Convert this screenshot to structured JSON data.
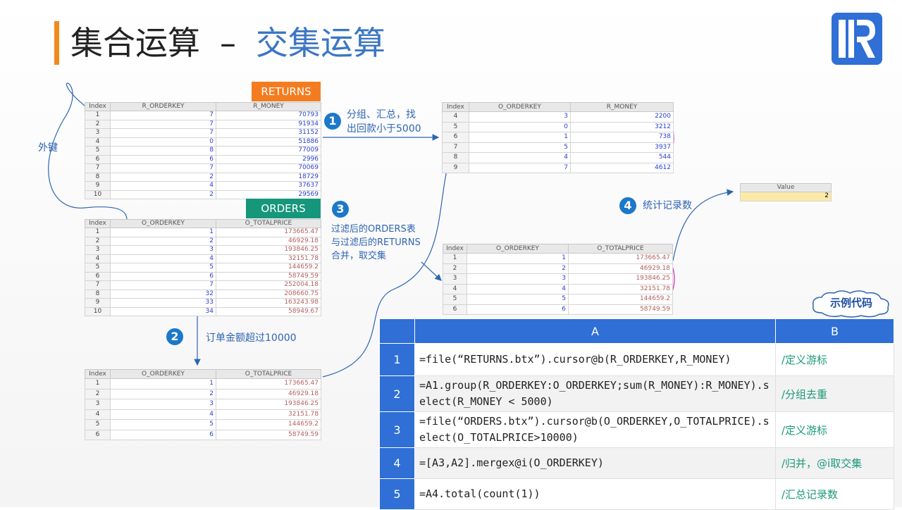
{
  "title": {
    "main": "集合运算",
    "dash": "–",
    "sub": "交集运算"
  },
  "returns_table": {
    "label": "RETURNS",
    "label_color": "#f47c20",
    "headers": [
      "Index",
      "R_ORDERKEY",
      "R_MONEY"
    ],
    "rows": [
      [
        "1",
        "7",
        "70793"
      ],
      [
        "2",
        "7",
        "91934"
      ],
      [
        "3",
        "7",
        "31152"
      ],
      [
        "4",
        "0",
        "51886"
      ],
      [
        "5",
        "8",
        "77009"
      ],
      [
        "6",
        "6",
        "2996"
      ],
      [
        "7",
        "7",
        "70069"
      ],
      [
        "8",
        "2",
        "18729"
      ],
      [
        "9",
        "4",
        "37637"
      ],
      [
        "10",
        "2",
        "29569"
      ]
    ]
  },
  "orders_table": {
    "label": "ORDERS",
    "label_color": "#16967a",
    "headers": [
      "Index",
      "O_ORDERKEY",
      "O_TOTALPRICE"
    ],
    "rows": [
      [
        "1",
        "1",
        "173665.47"
      ],
      [
        "2",
        "2",
        "46929.18"
      ],
      [
        "3",
        "3",
        "193846.25"
      ],
      [
        "4",
        "4",
        "32151.78"
      ],
      [
        "5",
        "5",
        "144659.2"
      ],
      [
        "6",
        "6",
        "58749.59"
      ],
      [
        "7",
        "7",
        "252004.18"
      ],
      [
        "8",
        "32",
        "208660.75"
      ],
      [
        "9",
        "33",
        "163243.98"
      ],
      [
        "10",
        "34",
        "58949.67"
      ]
    ]
  },
  "grouped_table": {
    "headers": [
      "Index",
      "O_ORDERKEY",
      "R_MONEY"
    ],
    "rows": [
      [
        "4",
        "3",
        "2200"
      ],
      [
        "5",
        "0",
        "3212"
      ],
      [
        "6",
        "1",
        "738"
      ],
      [
        "7",
        "5",
        "3937"
      ],
      [
        "8",
        "4",
        "544"
      ],
      [
        "9",
        "7",
        "4612"
      ]
    ]
  },
  "filtered_table": {
    "headers": [
      "Index",
      "O_ORDERKEY",
      "O_TOTALPRICE"
    ],
    "rows": [
      [
        "1",
        "1",
        "173665.47"
      ],
      [
        "2",
        "2",
        "46929.18"
      ],
      [
        "3",
        "3",
        "193846.25"
      ],
      [
        "4",
        "4",
        "32151.78"
      ],
      [
        "5",
        "5",
        "144659.2"
      ],
      [
        "6",
        "6",
        "58749.59"
      ]
    ]
  },
  "intersect_table": {
    "headers": [
      "Index",
      "O_ORDERKEY",
      "O_TOTALPRICE"
    ],
    "rows": [
      [
        "1",
        "1",
        "173665.47"
      ],
      [
        "2",
        "2",
        "46929.18"
      ],
      [
        "3",
        "3",
        "193846.25"
      ],
      [
        "4",
        "4",
        "32151.78"
      ],
      [
        "5",
        "5",
        "144659.2"
      ],
      [
        "6",
        "6",
        "58749.59"
      ]
    ]
  },
  "value_table": {
    "header": "Value",
    "value": "2"
  },
  "annotations": {
    "foreign_key": "外键",
    "step1_num": "1",
    "step1_line1": "分组、汇总，找",
    "step1_line2": "出回款小于5000",
    "step2_num": "2",
    "step2_text": "订单金额超过10000",
    "step3_num": "3",
    "step3_line1": "过滤后的ORDERS表",
    "step3_line2": "与过滤后的RETURNS",
    "step3_line3": "合并，取交集",
    "step4_num": "4",
    "step4_text": "统计记录数"
  },
  "sample_code_label": "示例代码",
  "code_table": {
    "col_a": "A",
    "col_b": "B",
    "rows": [
      {
        "num": "1",
        "expr": "=file(“RETURNS.btx”).cursor@b(R_ORDERKEY,R_MONEY)",
        "comment": "/定义游标"
      },
      {
        "num": "2",
        "expr": "=A1.group(R_ORDERKEY:O_ORDERKEY;sum(R_MONEY):R_MONEY).select(R_MONEY < 5000)",
        "comment": "/分组去重"
      },
      {
        "num": "3",
        "expr": "=file(“ORDERS.btx”).cursor@b(O_ORDERKEY,O_TOTALPRICE).select(O_TOTALPRICE>10000)",
        "comment": "/定义游标"
      },
      {
        "num": "4",
        "expr": "=[A3,A2].mergex@i(O_ORDERKEY)",
        "comment": "/归并，@i取交集"
      },
      {
        "num": "5",
        "expr": "=A4.total(count(1))",
        "comment": "/汇总记录数"
      }
    ]
  },
  "colors": {
    "accent_orange": "#f08a1c",
    "title_blue": "#3b76c4",
    "brand_blue": "#2f6fd6",
    "note_blue": "#2e64b3",
    "comment_green": "#1d9a7a",
    "circle_magenta": "#d033c8"
  }
}
